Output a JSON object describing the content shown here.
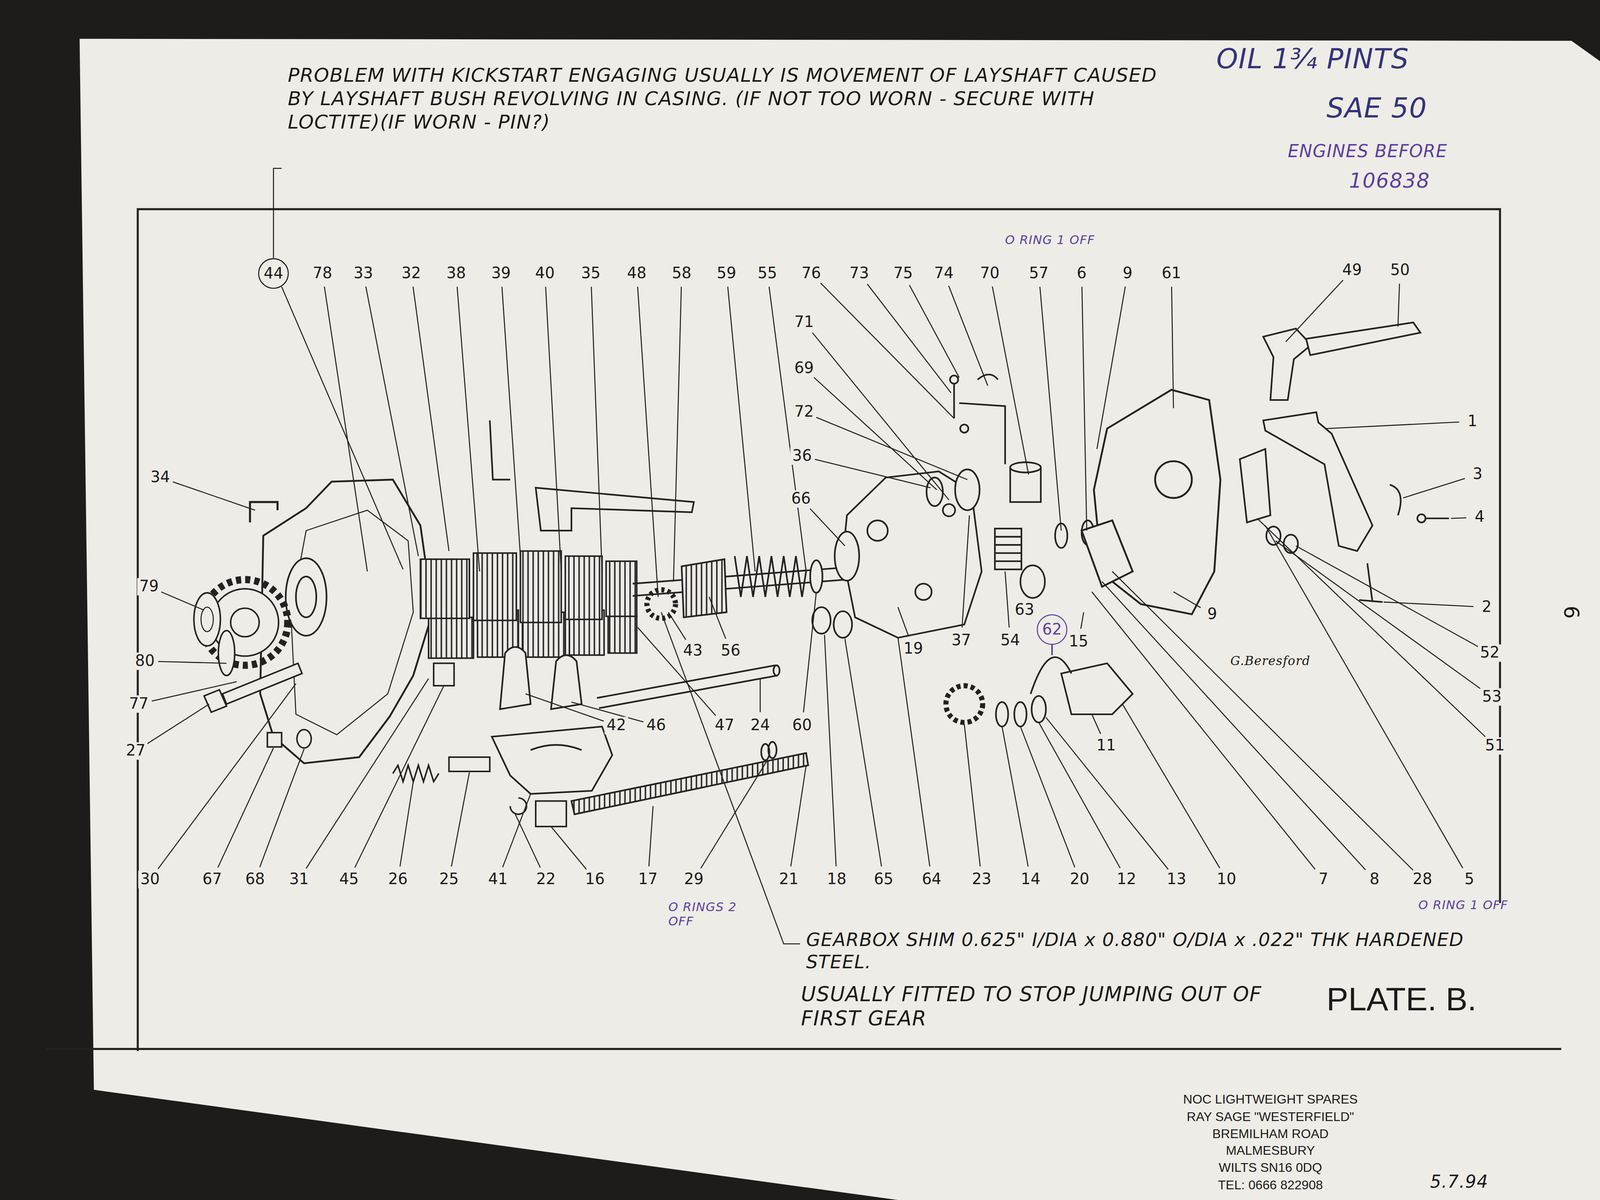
{
  "diagram": {
    "caption": "PLATE. B.",
    "nodes": [
      {
        "text": [
          "44"
        ]
      },
      {
        "text": [
          "62"
        ]
      }
    ],
    "labels": [
      "PROBLEM WITH KICKSTART ENGAGING USUALLY IS MOVEMENT OF LAYSHAFT CAUSED BY LAYSHAFT BUSH REVOLVING IN CASING. (IF NOT TOO WORN - SECURE WITH LOCTITE)(IF WORN - PIN?)",
      "OIL 1¾ PINTS",
      "SAE 50",
      "ENGINES BEFORE",
      "106838",
      "O RING 1 OFF",
      "78",
      "33",
      "32",
      "38",
      "39",
      "40",
      "35",
      "48",
      "58",
      "59",
      "55",
      "76",
      "73",
      "75",
      "74",
      "70",
      "57",
      "6",
      "9",
      "61",
      "49",
      "50",
      "34",
      "79",
      "80",
      "77",
      "27",
      "71",
      "69",
      "72",
      "36",
      "66",
      "43",
      "56",
      "42",
      "46",
      "47",
      "24",
      "60",
      "19",
      "37",
      "54",
      "63",
      "15",
      "11",
      "9",
      "1",
      "3",
      "4",
      "2",
      "52",
      "53",
      "51",
      "30",
      "67",
      "68",
      "31",
      "45",
      "26",
      "25",
      "41",
      "22",
      "16",
      "17",
      "29",
      "21",
      "18",
      "65",
      "64",
      "23",
      "14",
      "20",
      "12",
      "13",
      "10",
      "7",
      "8",
      "28",
      "5",
      "O RINGS 2 OFF",
      "O RING 1 OFF",
      "GEARBOX SHIM 0.625\" I/DIA x 0.880\" O/DIA x .022\" THK HARDENED STEEL.",
      "USUALLY FITTED TO STOP JUMPING OUT OF FIRST GEAR",
      "G.Beresford",
      "NOC LIGHTWEIGHT SPARES",
      "RAY SAGE \"WESTERFIELD\"",
      "BREMILHAM ROAD",
      "MALMESBURY",
      "WILTS SN16 0DQ",
      "TEL: 0666 822908",
      "5.7.94",
      "6"
    ]
  }
}
